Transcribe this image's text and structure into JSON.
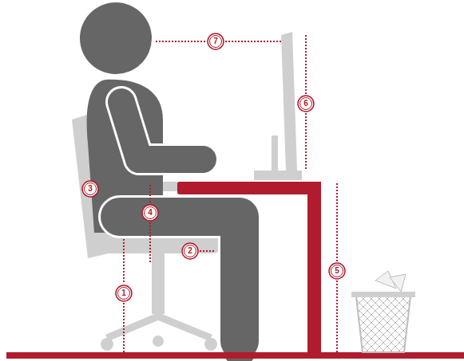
{
  "diagram": {
    "labels": [
      "7",
      "6",
      "3",
      "4",
      "2",
      "5",
      "1"
    ]
  }
}
